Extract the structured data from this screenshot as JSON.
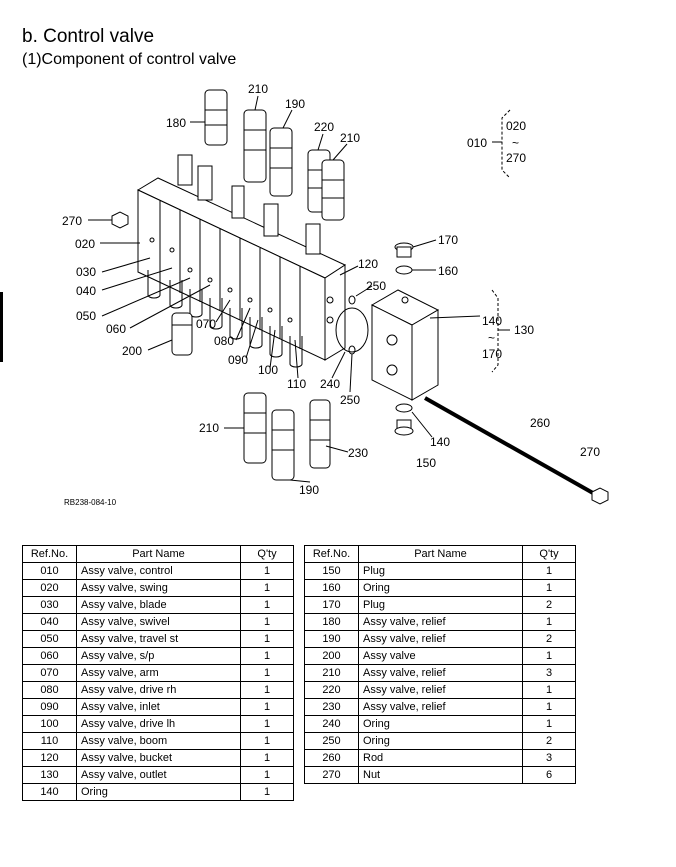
{
  "header": {
    "title": "b. Control valve",
    "subtitle": "(1)Component of control valve"
  },
  "diagram": {
    "labels": [
      "010",
      "020",
      "030",
      "040",
      "050",
      "060",
      "070",
      "080",
      "090",
      "100",
      "110",
      "120",
      "130",
      "140",
      "150",
      "160",
      "170",
      "180",
      "190",
      "200",
      "210",
      "220",
      "230",
      "240",
      "250",
      "260",
      "270"
    ],
    "range_labels": {
      "top": {
        "from": "020",
        "sep": "~",
        "to": "270",
        "ref": "010"
      },
      "right": {
        "from": "140",
        "sep": "~",
        "to": "170",
        "ref": "130"
      }
    },
    "code": "RB238-084-10"
  },
  "table": {
    "headers": {
      "ref": "Ref.No.",
      "name": "Part Name",
      "qty": "Q'ty"
    },
    "left": [
      {
        "ref": "010",
        "name": "Assy valve, control",
        "qty": "1"
      },
      {
        "ref": "020",
        "name": "Assy valve, swing",
        "qty": "1"
      },
      {
        "ref": "030",
        "name": "Assy valve, blade",
        "qty": "1"
      },
      {
        "ref": "040",
        "name": "Assy valve, swivel",
        "qty": "1"
      },
      {
        "ref": "050",
        "name": "Assy valve, travel st",
        "qty": "1"
      },
      {
        "ref": "060",
        "name": "Assy valve, s/p",
        "qty": "1"
      },
      {
        "ref": "070",
        "name": "Assy valve, arm",
        "qty": "1"
      },
      {
        "ref": "080",
        "name": "Assy valve, drive rh",
        "qty": "1"
      },
      {
        "ref": "090",
        "name": "Assy valve, inlet",
        "qty": "1"
      },
      {
        "ref": "100",
        "name": "Assy valve, drive lh",
        "qty": "1"
      },
      {
        "ref": "110",
        "name": "Assy valve, boom",
        "qty": "1"
      },
      {
        "ref": "120",
        "name": "Assy valve, bucket",
        "qty": "1"
      },
      {
        "ref": "130",
        "name": "Assy valve, outlet",
        "qty": "1"
      },
      {
        "ref": "140",
        "name": "Oring",
        "qty": "1"
      }
    ],
    "right": [
      {
        "ref": "150",
        "name": "Plug",
        "qty": "1"
      },
      {
        "ref": "160",
        "name": "Oring",
        "qty": "1"
      },
      {
        "ref": "170",
        "name": "Plug",
        "qty": "2"
      },
      {
        "ref": "180",
        "name": "Assy valve, relief",
        "qty": "1"
      },
      {
        "ref": "190",
        "name": "Assy valve, relief",
        "qty": "2"
      },
      {
        "ref": "200",
        "name": "Assy valve",
        "qty": "1"
      },
      {
        "ref": "210",
        "name": "Assy valve, relief",
        "qty": "3"
      },
      {
        "ref": "220",
        "name": "Assy valve, relief",
        "qty": "1"
      },
      {
        "ref": "230",
        "name": "Assy valve, relief",
        "qty": "1"
      },
      {
        "ref": "240",
        "name": "Oring",
        "qty": "1"
      },
      {
        "ref": "250",
        "name": "Oring",
        "qty": "2"
      },
      {
        "ref": "260",
        "name": "Rod",
        "qty": "3"
      },
      {
        "ref": "270",
        "name": "Nut",
        "qty": "6"
      }
    ]
  }
}
